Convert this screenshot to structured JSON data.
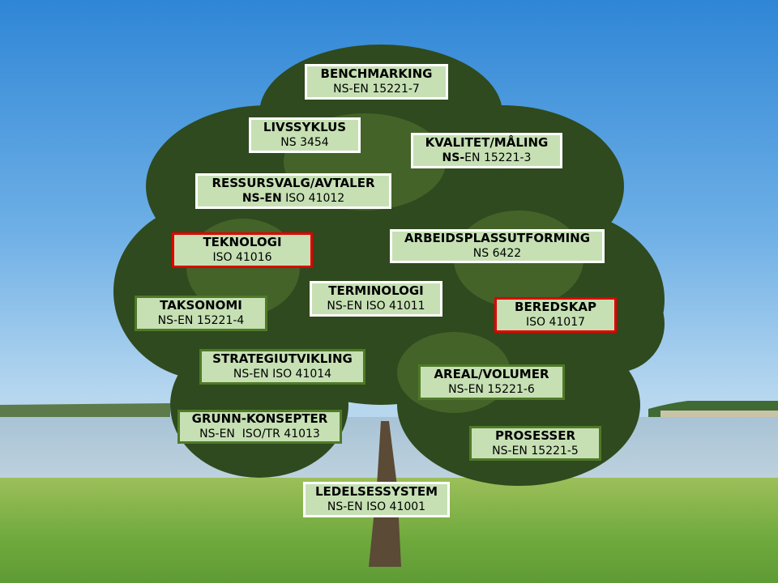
{
  "colors": {
    "box_fill": "#c6e0b4",
    "border_white": "#ffffff",
    "border_red": "#e00000",
    "border_green": "#4f7a28"
  },
  "boxes": [
    {
      "title": "BENCHMARKING",
      "code_bold": "",
      "code": "NS-EN 15221-7",
      "border": "white"
    },
    {
      "title": "LIVSSYKLUS",
      "code_bold": "",
      "code": "NS 3454",
      "border": "white"
    },
    {
      "title": "KVALITET/MÅLING",
      "code_bold": "NS-",
      "code": "EN 15221-3",
      "border": "white"
    },
    {
      "title": "RESSURSVALG/AVTALER",
      "code_bold": "NS-EN",
      "code": " ISO 41012",
      "border": "white"
    },
    {
      "title": "TEKNOLOGI",
      "code_bold": "",
      "code": "ISO 41016",
      "border": "red"
    },
    {
      "title": "ARBEIDSPLASSUTFORMING",
      "code_bold": "",
      "code": "NS 6422",
      "border": "white"
    },
    {
      "title": "TERMINOLOGI",
      "code_bold": "",
      "code": "NS-EN ISO 41011",
      "border": "white"
    },
    {
      "title": "TAKSONOMI",
      "code_bold": "",
      "code": "NS-EN 15221-4",
      "border": "green"
    },
    {
      "title": "BEREDSKAP",
      "code_bold": "",
      "code": "ISO 41017",
      "border": "red"
    },
    {
      "title": "STRATEGIUTVIKLING",
      "code_bold": "",
      "code": "NS-EN ISO 41014",
      "border": "green"
    },
    {
      "title": "AREAL/VOLUMER",
      "code_bold": "",
      "code": "NS-EN 15221-6",
      "border": "green"
    },
    {
      "title": "GRUNN-KONSEPTER",
      "code_bold": "",
      "code": "NS-EN  ISO/TR 41013",
      "border": "green"
    },
    {
      "title": "PROSESSER",
      "code_bold": "",
      "code": "NS-EN 15221-5",
      "border": "green"
    },
    {
      "title": "LEDELSESSYSTEM",
      "code_bold": "",
      "code": "NS-EN ISO 41001",
      "border": "white"
    }
  ]
}
